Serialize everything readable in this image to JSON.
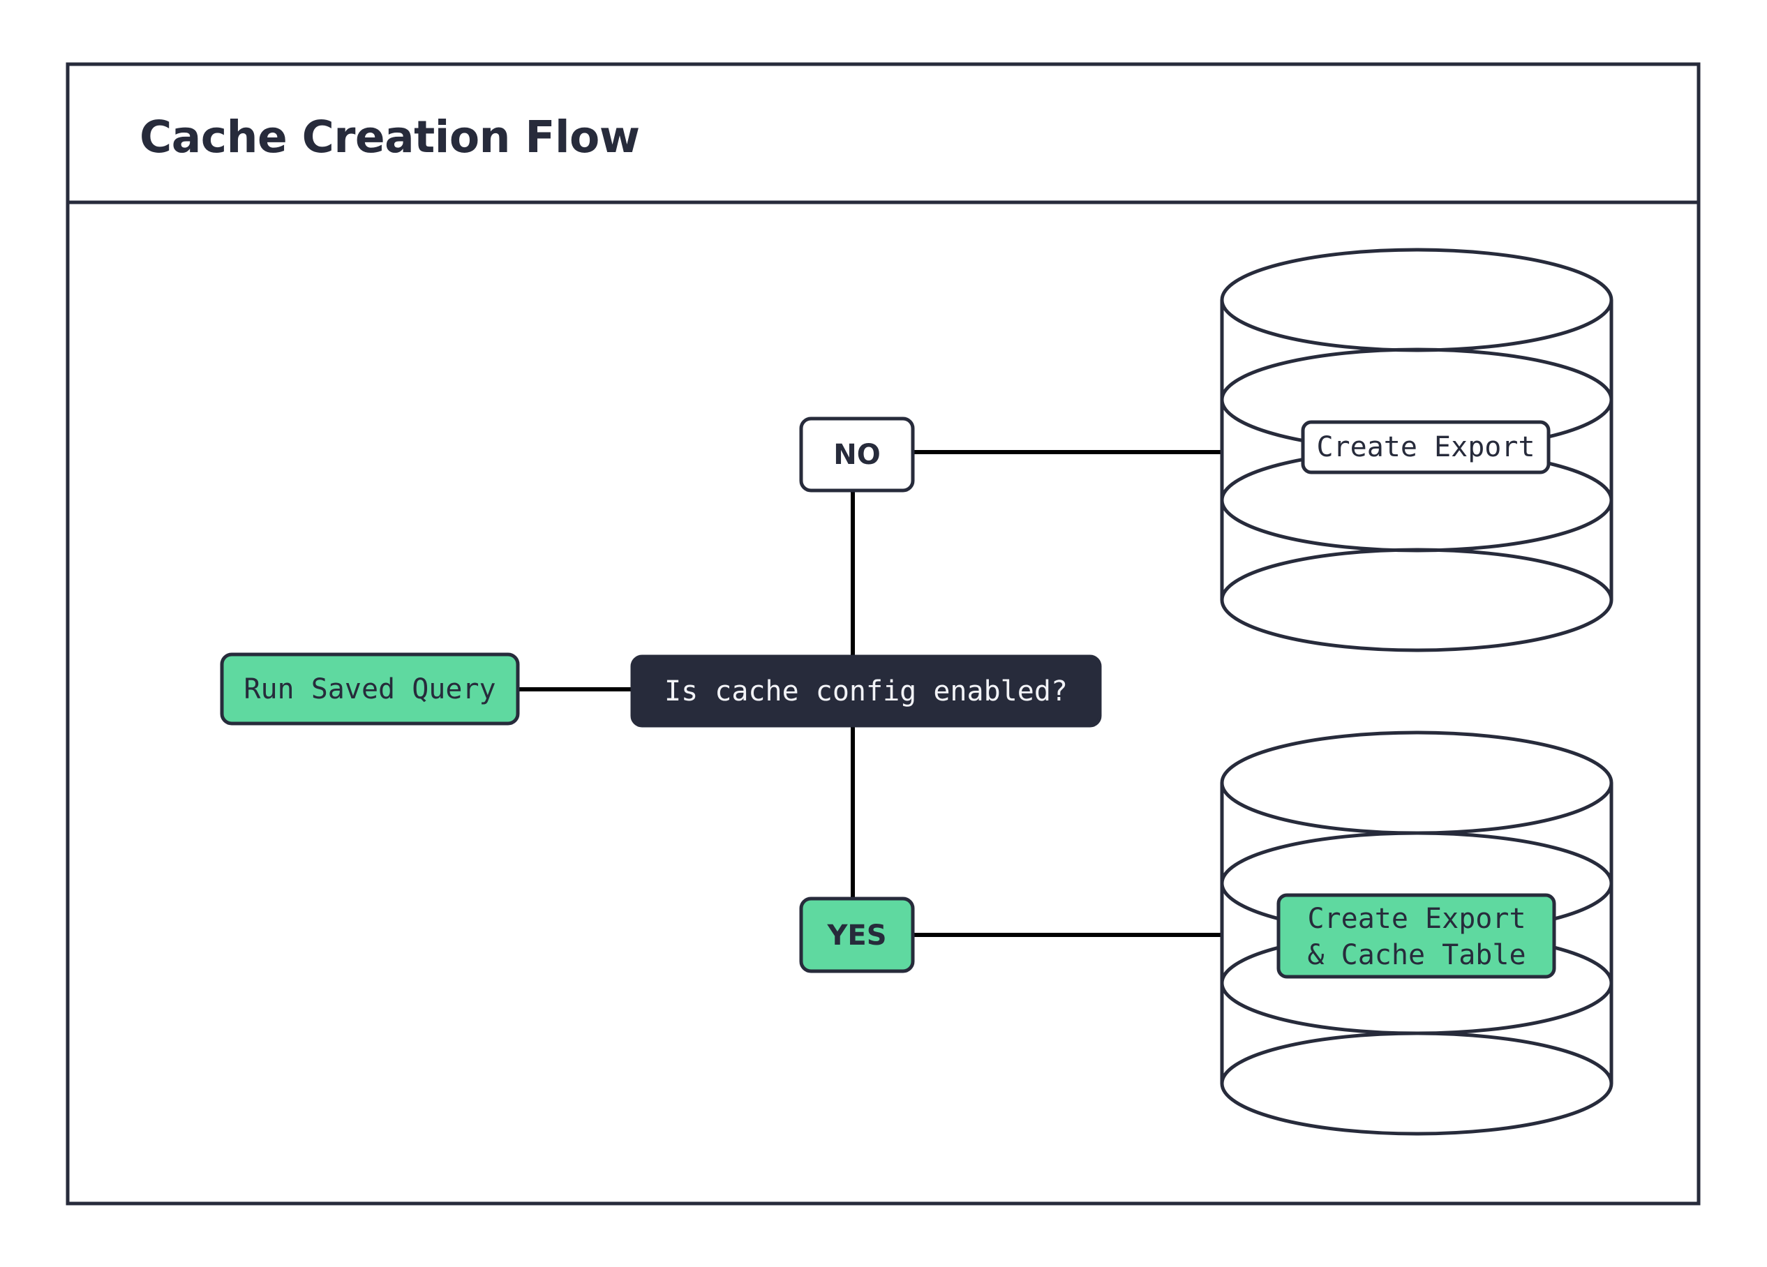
{
  "diagram": {
    "title": "Cache Creation Flow",
    "type": "flowchart",
    "colors": {
      "dark": "#272B3B",
      "green": "#5FD9A0",
      "white": "#FFFFFF",
      "connector": "#000000"
    },
    "nodes": [
      {
        "id": "run-saved-query",
        "label": "Run Saved Query",
        "shape": "rounded-rect",
        "style": "green",
        "font": "mono"
      },
      {
        "id": "is-cache-config-enabled",
        "label": "Is cache config enabled?",
        "shape": "rounded-rect",
        "style": "dark",
        "font": "mono"
      },
      {
        "id": "branch-no",
        "label": "NO",
        "shape": "rounded-rect",
        "style": "white",
        "font": "sans"
      },
      {
        "id": "branch-yes",
        "label": "YES",
        "shape": "rounded-rect",
        "style": "green",
        "font": "sans"
      },
      {
        "id": "create-export",
        "label": "Create Export",
        "shape": "database-cylinder",
        "style": "white",
        "font": "mono"
      },
      {
        "id": "create-export-cache-table",
        "label_line1": "Create Export",
        "label_line2": "& Cache Table",
        "shape": "database-cylinder",
        "style": "green",
        "font": "mono"
      }
    ],
    "edges": [
      {
        "from": "run-saved-query",
        "to": "is-cache-config-enabled",
        "label": ""
      },
      {
        "from": "is-cache-config-enabled",
        "to": "branch-no",
        "label": ""
      },
      {
        "from": "is-cache-config-enabled",
        "to": "branch-yes",
        "label": ""
      },
      {
        "from": "branch-no",
        "to": "create-export",
        "label": ""
      },
      {
        "from": "branch-yes",
        "to": "create-export-cache-table",
        "label": ""
      }
    ]
  }
}
